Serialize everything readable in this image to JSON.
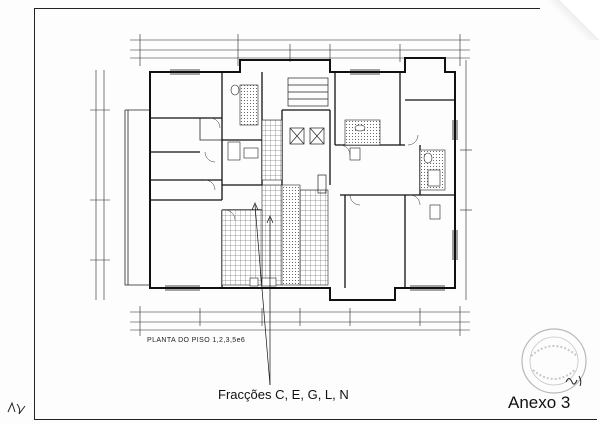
{
  "drawing": {
    "plan_title": "PLANTA DO PISO 1,2,3,5e6",
    "caption": "Fracções C, E, G, L, N",
    "annex_label": "Anexo 3"
  },
  "colors": {
    "line": "#1a1a1a",
    "hatch": "#555555",
    "paper": "#fdfdfd"
  }
}
